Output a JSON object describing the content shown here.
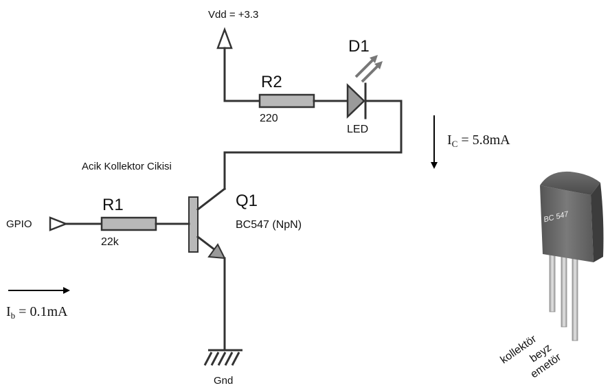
{
  "supply": {
    "label": "Vdd = +3.3"
  },
  "r2": {
    "name": "R2",
    "value": "220"
  },
  "d1": {
    "name": "D1",
    "type": "LED"
  },
  "ic": {
    "symbol": "I",
    "sub": "C",
    "value": " = 5.8mA"
  },
  "open_collector_label": "Acik Kollektor Cikisi",
  "q1": {
    "name": "Q1",
    "part": "BC547 (NpN)"
  },
  "r1": {
    "name": "R1",
    "value": "22k"
  },
  "gpio": {
    "label": "GPIO"
  },
  "ib": {
    "symbol": "I",
    "sub": "b",
    "value": " = 0.1mA"
  },
  "ground": {
    "label": "Gnd"
  },
  "package": {
    "marking": "BC 547",
    "pins": [
      "kollektör",
      "beyz",
      "emetör"
    ]
  }
}
